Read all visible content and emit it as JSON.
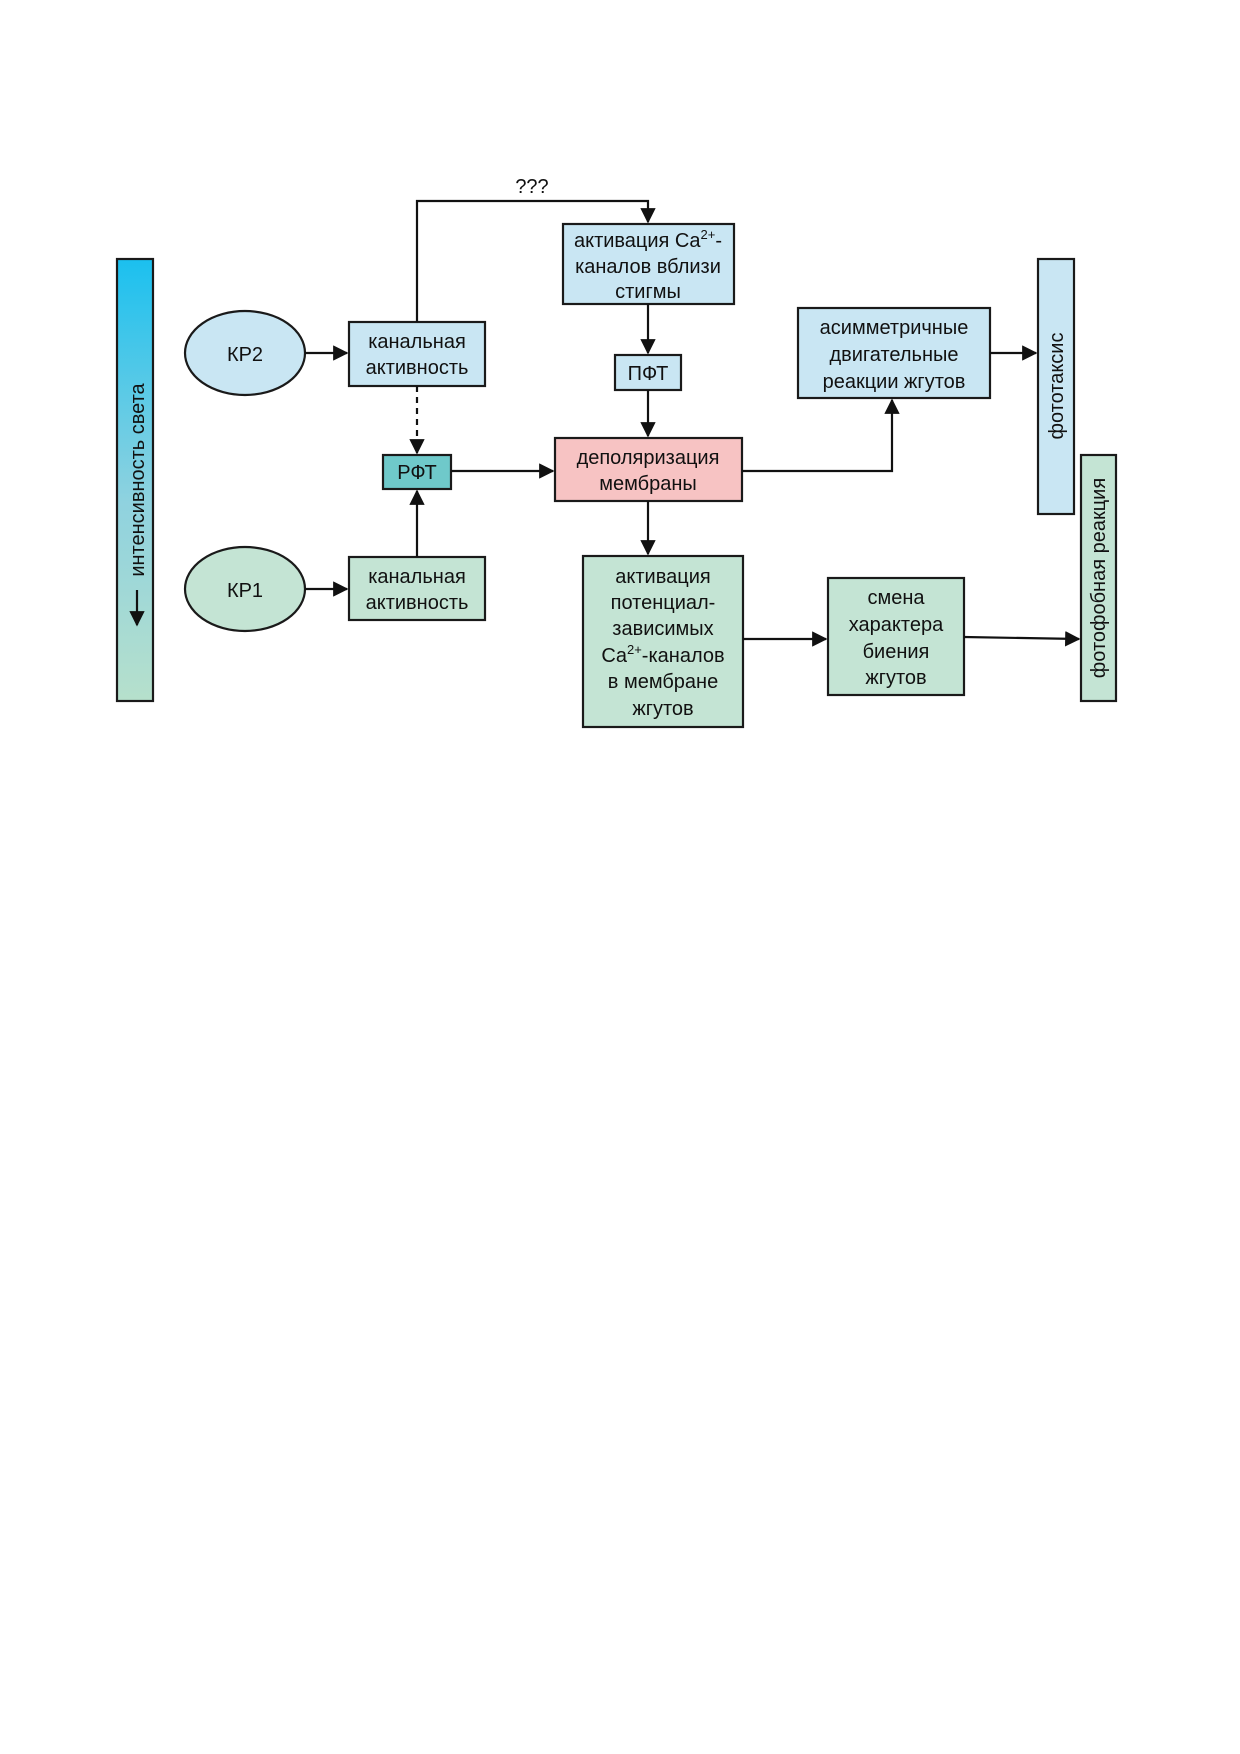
{
  "colors": {
    "blue_node": "#c9e6f3",
    "green_node": "#c4e4d4",
    "teal_node": "#6fc9ca",
    "pink_node": "#f7c3c3",
    "intensity_bar_top": "#1bc0ef",
    "intensity_bar_bottom": "#b6e0cc",
    "stroke": "#1a1a1a"
  },
  "intensity_bar": {
    "label": "интенсивность света",
    "arrow": "down-arrow"
  },
  "nodes": {
    "kr2": "КР2",
    "kr1": "КР1",
    "channel_activity_top": {
      "line1": "канальная",
      "line2": "активность"
    },
    "channel_activity_bottom": {
      "line1": "канальная",
      "line2": "активность"
    },
    "rft": "РФТ",
    "pft": "ПФТ",
    "ca_activation_stigma": {
      "line1_main": "активация Ca",
      "line1_sup": "2+",
      "line1_end": "-",
      "line2": "каналов вблизи",
      "line3": "стигмы"
    },
    "membrane_depolarization": {
      "line1": "деполяризация",
      "line2": "мембраны"
    },
    "asymmetric_reactions": {
      "line1": "асимметричные",
      "line2": "двигательные",
      "line3": "реакции жгутов"
    },
    "voltage_ca_activation": {
      "line1": "активация",
      "line2": "потенциал-",
      "line3": "зависимых",
      "line4_main": "Ca",
      "line4_sup": "2+",
      "line4_end": "-каналов",
      "line5": "в мембране",
      "line6": "жгутов"
    },
    "beat_change": {
      "line1": "смена",
      "line2": "характера",
      "line3": "биения",
      "line4": "жгутов"
    },
    "phototaxis": "фототаксис",
    "photophobic_reaction": "фотофобная реакция"
  },
  "edges": {
    "unknown_path_label": "???"
  }
}
